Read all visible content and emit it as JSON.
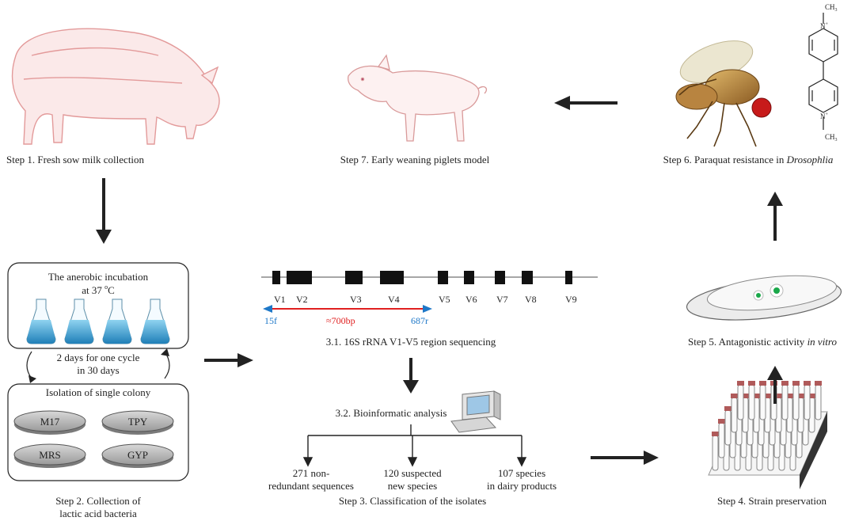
{
  "steps": {
    "step1": "Step 1.  Fresh sow milk collection",
    "step2_line1": "Step 2. Collection of",
    "step2_line2": "lactic acid bacteria",
    "step3": "Step 3. Classification of the isolates",
    "step4": "Step 4. Strain preservation",
    "step5_main": "Step 5. Antagonistic activity ",
    "step5_italic": "in vitro",
    "step6_main": "Step 6. Paraquat resistance in ",
    "step6_italic": "Drosophlia",
    "step7": "Step 7. Early weaning piglets model"
  },
  "incubation": {
    "title_line1": "The anerobic incubation",
    "title_line2": "at 37 ",
    "degree": "o",
    "unit": "C",
    "cycle_line1": "2 days for one cycle",
    "cycle_line2": "in 30 days"
  },
  "isolation": {
    "title": "Isolation of single colony",
    "media": [
      "M17",
      "TPY",
      "MRS",
      "GYP"
    ]
  },
  "sequencing": {
    "regions": [
      "V1",
      "V2",
      "V3",
      "V4",
      "V5",
      "V6",
      "V7",
      "V8",
      "V9"
    ],
    "primer_forward": "15f",
    "primer_reverse": "687r",
    "amplicon": "≈700bp",
    "caption": "3.1. 16S rRNA  V1-V5 region sequencing"
  },
  "bioinformatics": {
    "caption": "3.2. Bioinformatic analysis",
    "outcomes": [
      {
        "line1": "271 non-",
        "line2": "redundant sequences"
      },
      {
        "line1": "120 suspected",
        "line2": "new species"
      },
      {
        "line1": "107 species",
        "line2": "in dairy products"
      }
    ]
  },
  "paraquat": {
    "methyl_top": "CH",
    "methyl_bottom": "CH",
    "subscript": "3",
    "charge": "+",
    "nitrogen": "N"
  },
  "colors": {
    "flask_liquid": "#3aa3d6",
    "pig_outline": "#e8a0a0",
    "amplicon_line": "#e02020",
    "primer_blue": "#1e78c8",
    "colony_green": "#1aa84a"
  }
}
